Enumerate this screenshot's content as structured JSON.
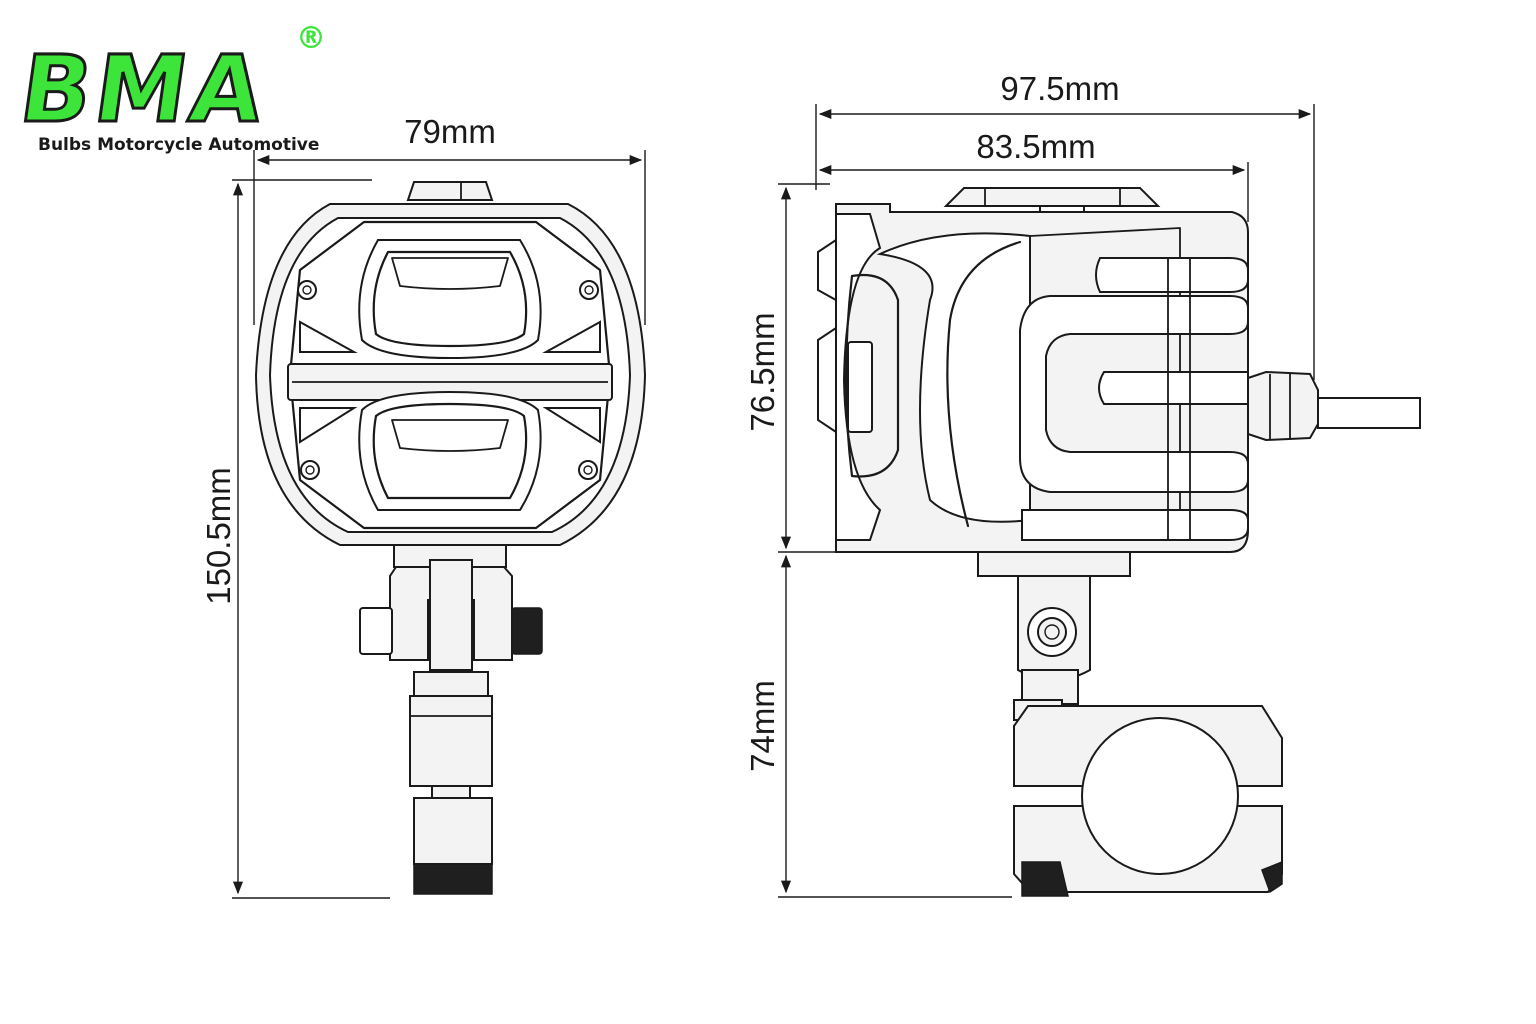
{
  "logo": {
    "wordmark": "BMA",
    "registered_mark": "®",
    "tagline": "Bulbs Motorcycle Automotive",
    "color": "#3de53a"
  },
  "dimensions": {
    "front_width": "79mm",
    "front_height": "150.5mm",
    "side_overall_depth": "97.5mm",
    "side_housing_depth": "83.5mm",
    "side_housing_height": "76.5mm",
    "side_mount_height": "74mm"
  },
  "colors": {
    "line": "#1a1a1a",
    "background": "#ffffff"
  }
}
